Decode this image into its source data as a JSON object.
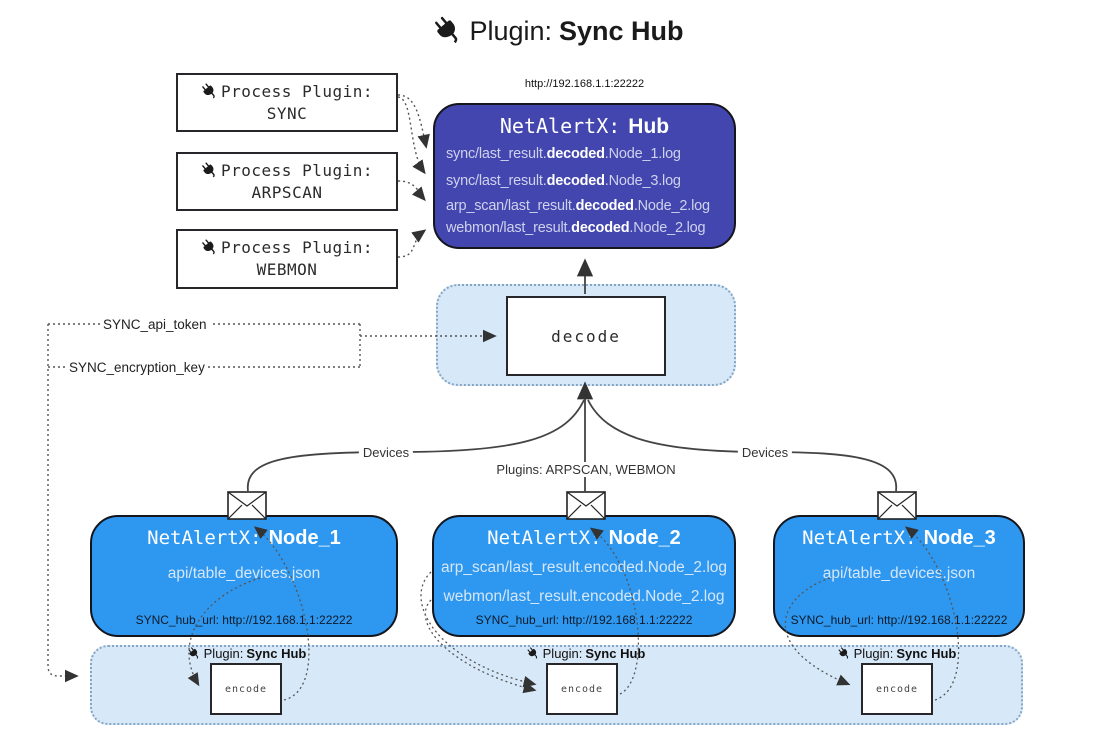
{
  "title": {
    "prefix": "Plugin:",
    "name": "Sync Hub"
  },
  "plugin_boxes": [
    {
      "line1": "Process Plugin:",
      "line2": "SYNC"
    },
    {
      "line1": "Process Plugin:",
      "line2": "ARPSCAN"
    },
    {
      "line1": "Process Plugin:",
      "line2": "WEBMON"
    }
  ],
  "hub": {
    "url": "http://192.168.1.1:22222",
    "title_prefix": "NetAlertX:",
    "title_name": "Hub",
    "lines": [
      {
        "pre": "sync/last_result.",
        "bold": "decoded",
        "post": ".Node_1.log"
      },
      {
        "pre": "sync/last_result.",
        "bold": "decoded",
        "post": ".Node_3.log"
      },
      {
        "pre": "arp_scan/last_result.",
        "bold": "decoded",
        "post": ".Node_2.log"
      },
      {
        "pre": "webmon/last_result.",
        "bold": "decoded",
        "post": ".Node_2.log"
      }
    ]
  },
  "decode": {
    "label": "decode"
  },
  "settings": {
    "api_token": "SYNC_api_token",
    "encryption_key": "SYNC_encryption_key"
  },
  "edges": {
    "devices_left": "Devices",
    "devices_right": "Devices",
    "plugins": "Plugins: ARPSCAN, WEBMON"
  },
  "nodes": [
    {
      "title_prefix": "NetAlertX:",
      "title_name": "Node_1",
      "files": [
        "api/table_devices.json"
      ],
      "hub_url": "SYNC_hub_url: http://192.168.1.1:22222"
    },
    {
      "title_prefix": "NetAlertX:",
      "title_name": "Node_2",
      "files": [
        "arp_scan/last_result.encoded.Node_2.log",
        "webmon/last_result.encoded.Node_2.log"
      ],
      "hub_url": "SYNC_hub_url: http://192.168.1.1:22222"
    },
    {
      "title_prefix": "NetAlertX:",
      "title_name": "Node_3",
      "files": [
        "api/table_devices.json"
      ],
      "hub_url": "SYNC_hub_url: http://192.168.1.1:22222"
    }
  ],
  "band": {
    "label_prefix": "Plugin:",
    "label_name": "Sync Hub",
    "encode_label": "encode"
  },
  "colors": {
    "hub_fill": "#4246ae",
    "node_fill": "#2e97f0",
    "panel_fill": "#d7e9f9",
    "wire": "#444444",
    "dotted_wire": "#555555"
  }
}
